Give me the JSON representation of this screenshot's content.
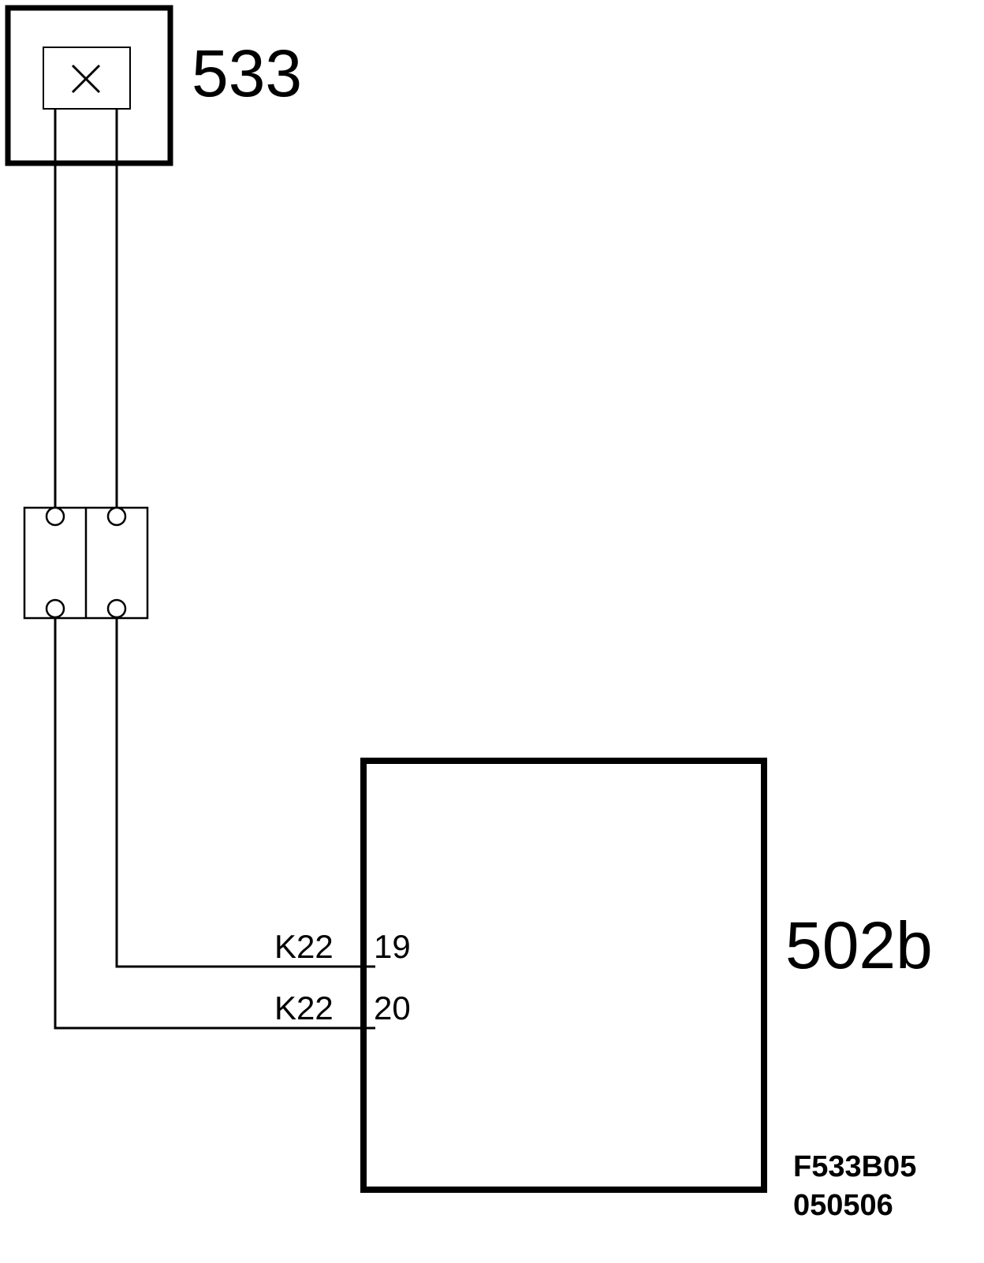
{
  "components": {
    "top_component": {
      "label": "533"
    },
    "control_unit": {
      "label": "502b"
    }
  },
  "pins": [
    {
      "connector": "K22",
      "pin": "19"
    },
    {
      "connector": "K22",
      "pin": "20"
    }
  ],
  "figure": {
    "code": "F533B05",
    "date": "050506"
  },
  "colors": {
    "line": "#000000",
    "background": "#ffffff"
  }
}
